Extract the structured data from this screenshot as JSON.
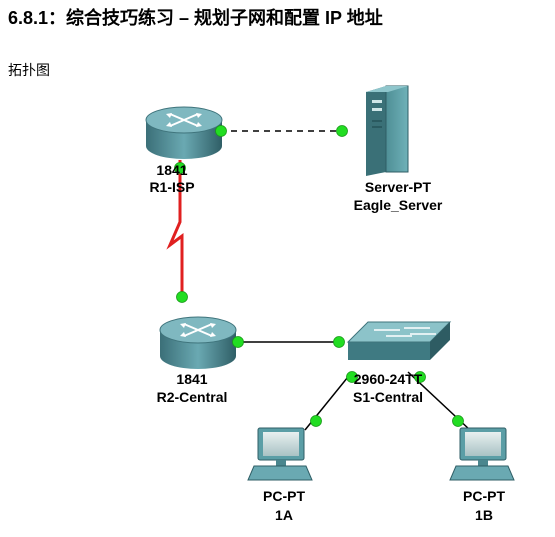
{
  "page": {
    "title": "6.8.1：综合技巧练习 – 规划子网和配置 IP 地址",
    "subtitle": "拓扑图"
  },
  "devices": {
    "r1": {
      "model": "1841",
      "name": "R1-ISP"
    },
    "server": {
      "model": "Server-PT",
      "name": "Eagle_Server"
    },
    "r2": {
      "model": "1841",
      "name": "R2-Central"
    },
    "s1": {
      "model": "2960-24TT",
      "name": "S1-Central"
    },
    "pc1a": {
      "model": "PC-PT",
      "name": "1A"
    },
    "pc1b": {
      "model": "PC-PT",
      "name": "1B"
    }
  },
  "links": [
    {
      "from": "R1-ISP",
      "to": "Eagle_Server",
      "style": "dashed"
    },
    {
      "from": "R1-ISP",
      "to": "R2-Central",
      "style": "serial"
    },
    {
      "from": "R2-Central",
      "to": "S1-Central",
      "style": "solid"
    },
    {
      "from": "S1-Central",
      "to": "1A",
      "style": "solid"
    },
    {
      "from": "S1-Central",
      "to": "1B",
      "style": "solid"
    }
  ],
  "colors": {
    "link_status_up": "#22dd22",
    "serial_link": "#e02020",
    "router_body": "#4e8a94",
    "device_teal": "#5b9ea6"
  }
}
